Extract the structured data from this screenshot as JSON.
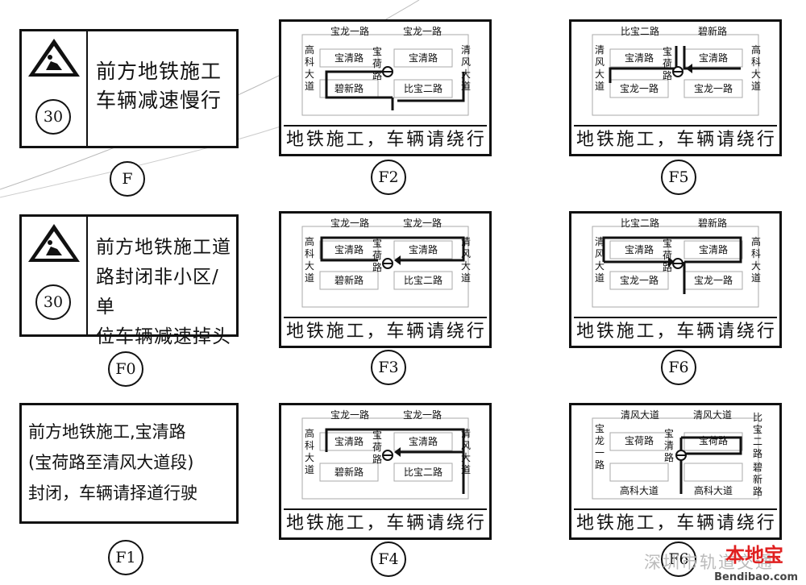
{
  "signs": {
    "F": {
      "label": "F",
      "speed": "30",
      "lines": [
        "前方地铁施工",
        "车辆减速慢行"
      ]
    },
    "F0": {
      "label": "F0",
      "speed": "30",
      "lines": [
        "前方地铁施工道",
        "路封闭非小区/单",
        "位车辆减速掉头"
      ]
    },
    "F1": {
      "label": "F1",
      "lines": [
        "前方地铁施工,宝清路",
        "(宝荷路至清风大道段)",
        "封闭，车辆请择道行驶"
      ]
    }
  },
  "footer_chars": [
    "地",
    "铁",
    "施",
    "工",
    "，",
    "车",
    "辆",
    "请",
    "绕",
    "行"
  ],
  "panels": {
    "F2": {
      "label": "F2",
      "top1": "宝龙一路",
      "top2": "宝龙一路",
      "left": "高科大道",
      "right": "清风大道",
      "b1": "宝清路",
      "b2": "宝清路",
      "b3": "碧新路",
      "b4": "比宝二路",
      "mid": "宝荷路"
    },
    "F3": {
      "label": "F3",
      "top1": "宝龙一路",
      "top2": "宝龙一路",
      "left": "高科大道",
      "right": "清风大道",
      "b1": "宝清路",
      "b2": "宝清路",
      "b3": "碧新路",
      "b4": "比宝二路",
      "mid": "宝荷路"
    },
    "F4": {
      "label": "F4",
      "top1": "宝龙一路",
      "top2": "宝龙一路",
      "left": "高科大道",
      "right": "清风大道",
      "b1": "宝清路",
      "b2": "宝清路",
      "b3": "碧新路",
      "b4": "比宝二路",
      "mid": "宝荷路"
    },
    "F5": {
      "label": "F5",
      "top1": "比宝二路",
      "top2": "碧新路",
      "left": "清风大道",
      "right": "高科大道",
      "b1": "宝清路",
      "b2": "宝清路",
      "b3": "宝龙一路",
      "b4": "宝龙一路",
      "mid": "宝荷路"
    },
    "F6": {
      "label": "F6",
      "top1": "比宝二路",
      "top2": "碧新路",
      "left": "清风大道",
      "right": "高科大道",
      "b1": "宝清路",
      "b2": "宝清路",
      "b3": "宝龙一路",
      "b4": "宝龙一路",
      "mid": "宝荷路"
    },
    "F7": {
      "label": "F6",
      "top1": "清风大道",
      "top2": "清风大道",
      "left": "宝龙一路",
      "right1": "比宝二路",
      "right2": "碧新路",
      "b1": "宝荷路",
      "b2": "宝荷路",
      "bot1": "高科大道",
      "bot2": "高科大道",
      "mid": "宝清路"
    }
  },
  "watermark": "深圳市轨道交通",
  "logo": "本地宝",
  "site": "Bendibao.com"
}
